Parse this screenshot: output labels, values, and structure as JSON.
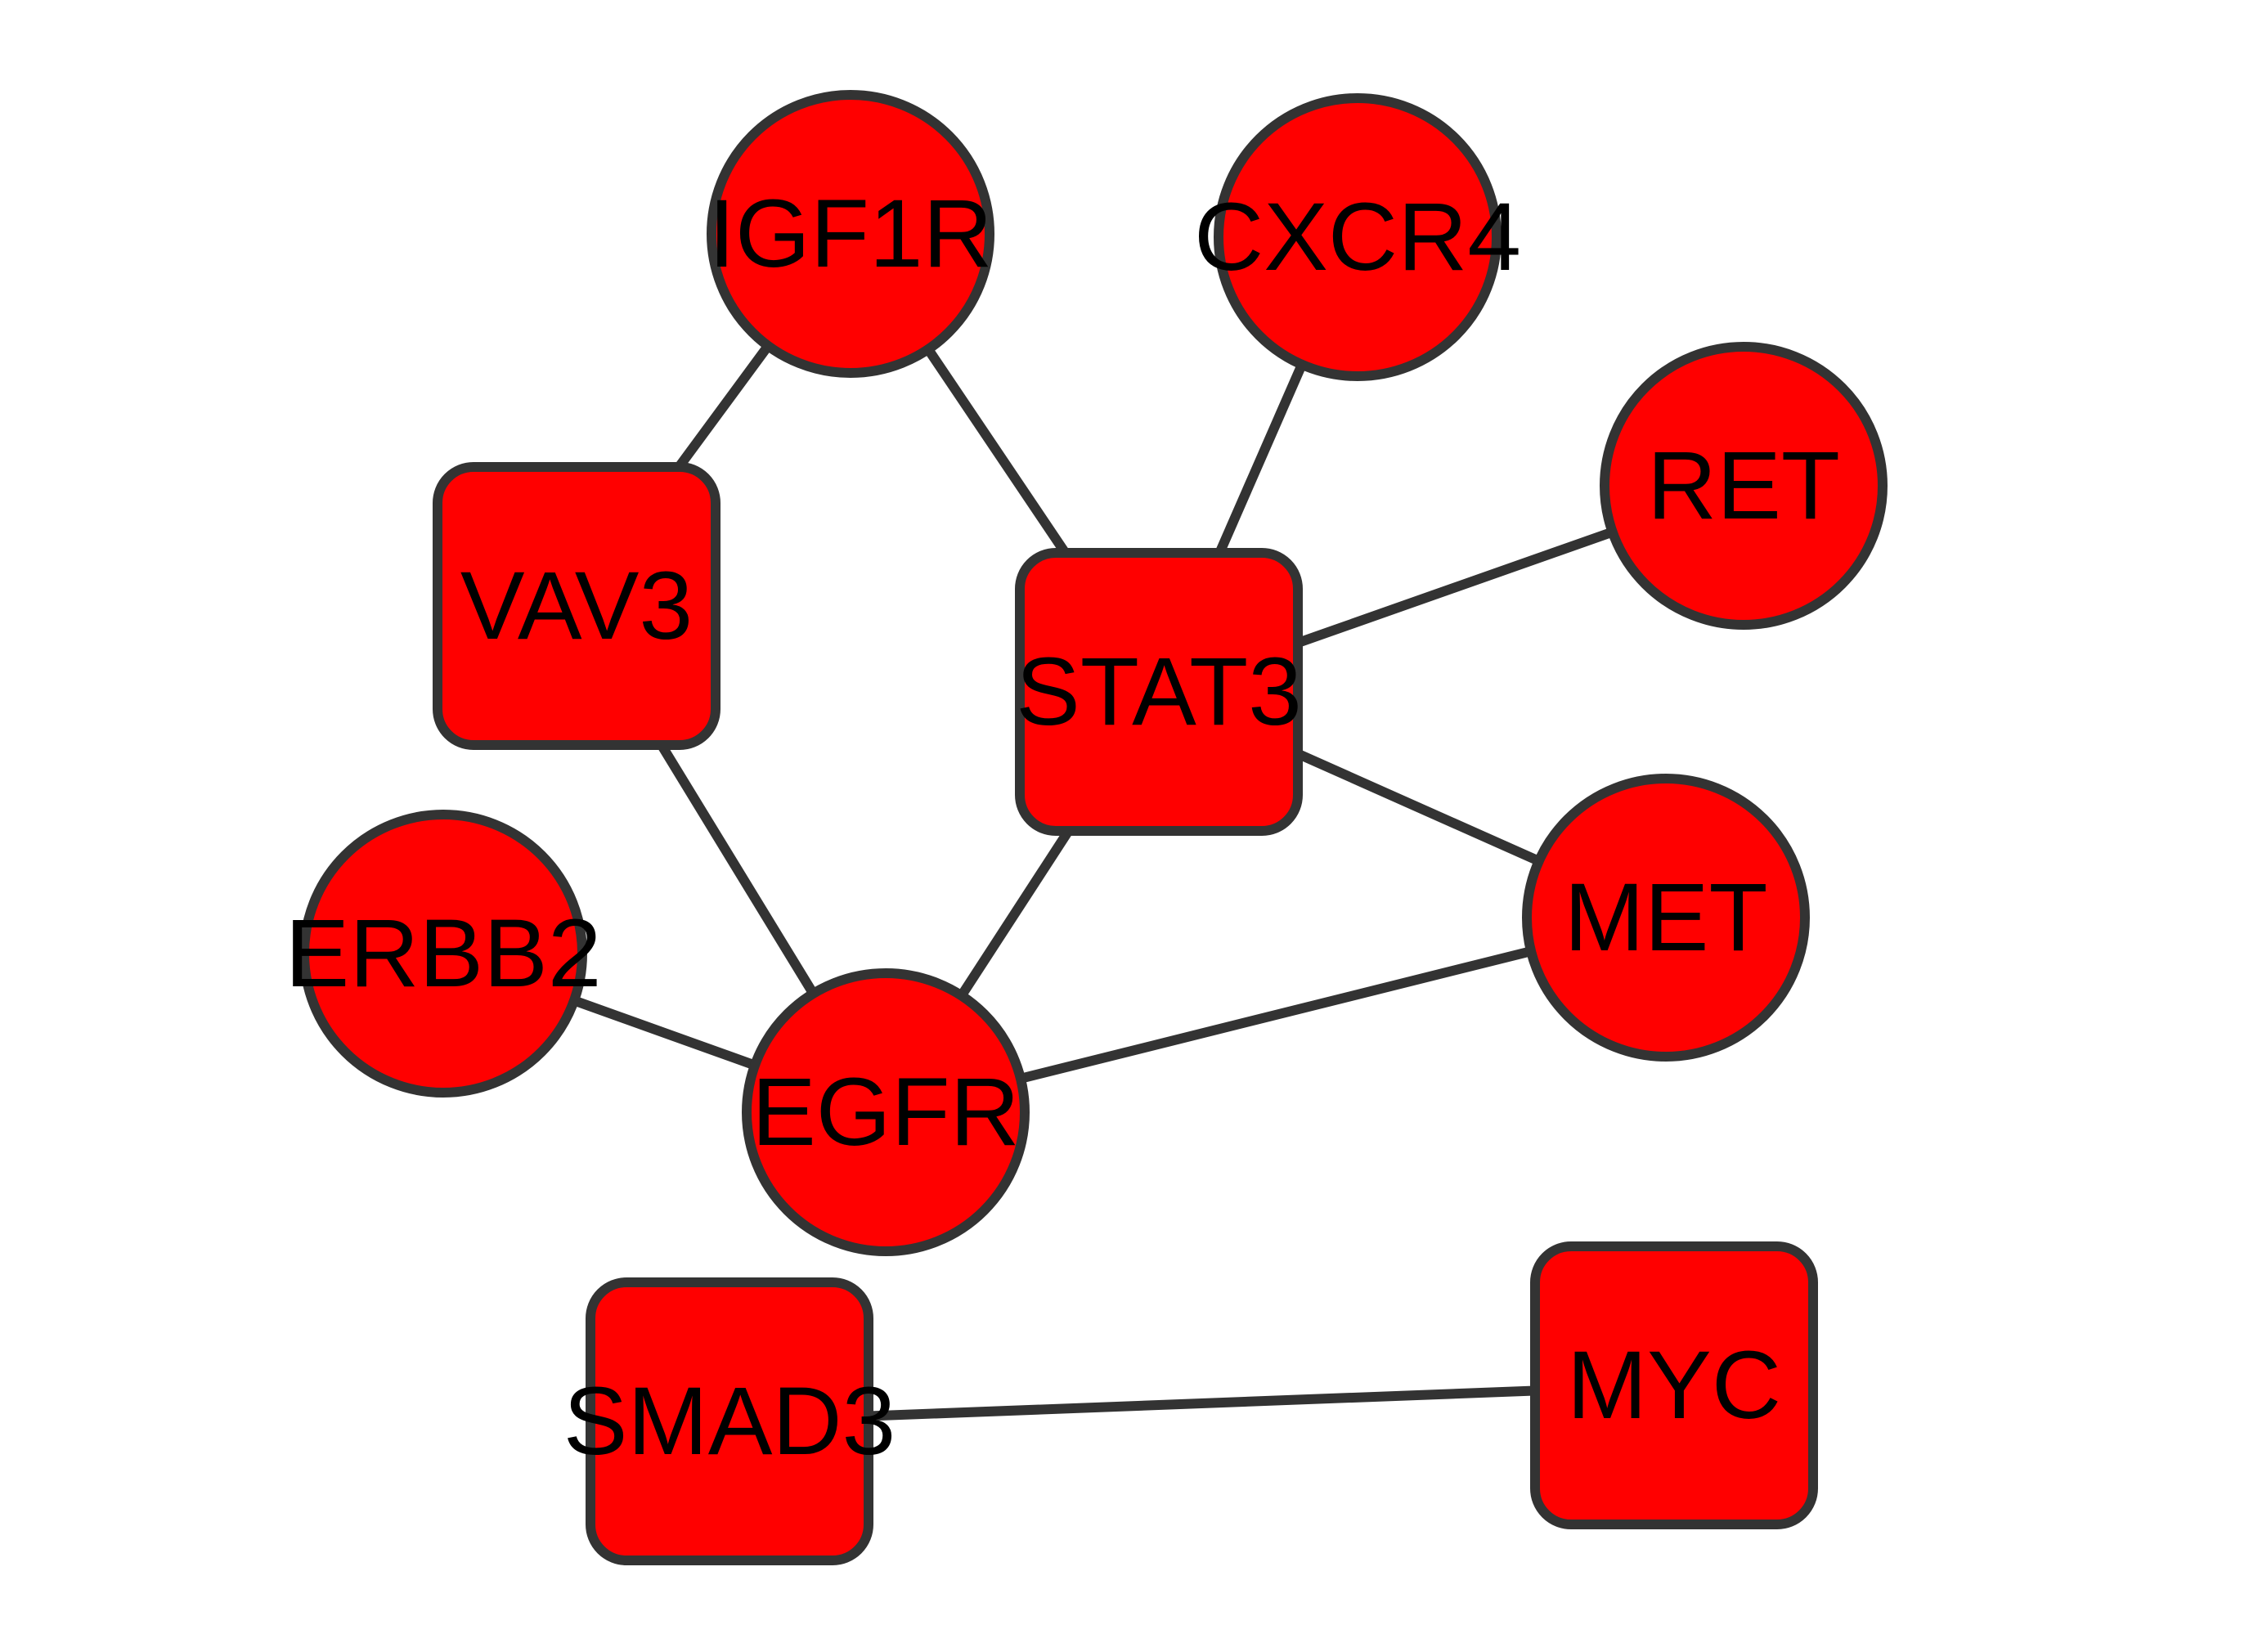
{
  "network": {
    "node_color": "#ff0000",
    "border_color": "#333333",
    "edge_color": "#333333",
    "label_color": "#000000",
    "nodes": [
      {
        "id": "IGF1R",
        "label": "IGF1R",
        "shape": "circle"
      },
      {
        "id": "CXCR4",
        "label": "CXCR4",
        "shape": "circle"
      },
      {
        "id": "RET",
        "label": "RET",
        "shape": "circle"
      },
      {
        "id": "VAV3",
        "label": "VAV3",
        "shape": "rounded-square"
      },
      {
        "id": "STAT3",
        "label": "STAT3",
        "shape": "rounded-square"
      },
      {
        "id": "ERBB2",
        "label": "ERBB2",
        "shape": "circle"
      },
      {
        "id": "MET",
        "label": "MET",
        "shape": "circle"
      },
      {
        "id": "EGFR",
        "label": "EGFR",
        "shape": "circle"
      },
      {
        "id": "SMAD3",
        "label": "SMAD3",
        "shape": "rounded-square"
      },
      {
        "id": "MYC",
        "label": "MYC",
        "shape": "rounded-square"
      }
    ],
    "edges": [
      {
        "source": "IGF1R",
        "target": "VAV3"
      },
      {
        "source": "IGF1R",
        "target": "STAT3"
      },
      {
        "source": "CXCR4",
        "target": "STAT3"
      },
      {
        "source": "RET",
        "target": "STAT3"
      },
      {
        "source": "STAT3",
        "target": "MET"
      },
      {
        "source": "STAT3",
        "target": "EGFR"
      },
      {
        "source": "VAV3",
        "target": "EGFR"
      },
      {
        "source": "ERBB2",
        "target": "EGFR"
      },
      {
        "source": "EGFR",
        "target": "MET"
      },
      {
        "source": "SMAD3",
        "target": "MYC"
      }
    ]
  }
}
